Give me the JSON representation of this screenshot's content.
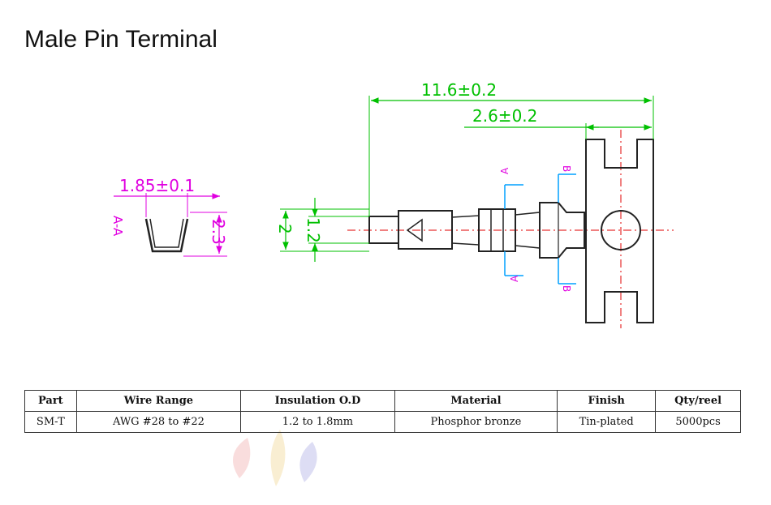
{
  "title": "Male Pin Terminal",
  "dimensions": {
    "overall_length": "11.6±0.2",
    "crimp_length": "2.6±0.2",
    "section_width": "1.85±0.1",
    "section_height": "2.3",
    "outer_height": "2",
    "pin_height": "1.2"
  },
  "section_labels": {
    "section_aa": "A-A",
    "cut_a_top": "A",
    "cut_a_bottom": "A",
    "cut_b_top": "B",
    "cut_b_bottom": "B"
  },
  "colors": {
    "dimension_green": "#00c000",
    "dimension_magenta": "#e000e0",
    "centerline_red": "#e00000",
    "section_cyan": "#00a0ff",
    "outline": "#222222"
  },
  "table": {
    "headers": [
      "Part",
      "Wire Range",
      "Insulation O.D",
      "Material",
      "Finish",
      "Qty/reel"
    ],
    "rows": [
      [
        "SM-T",
        "AWG #28 to #22",
        "1.2 to 1.8mm",
        "Phosphor bronze",
        "Tin-plated",
        "5000pcs"
      ]
    ]
  }
}
